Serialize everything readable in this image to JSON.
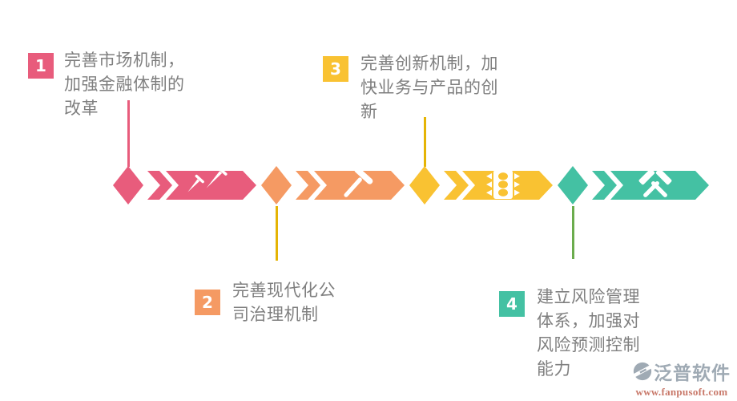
{
  "colors": {
    "pink": "#E85C7C",
    "orange": "#F59A63",
    "yellow": "#F9C232",
    "teal": "#44C1A3",
    "gold": "#E5B405",
    "green": "#6BAC4D",
    "text_gray": "#7F7F7F",
    "white": "#FFFFFF",
    "logo_gray": "#9FAAB4",
    "logo_red": "#C9796A"
  },
  "steps": [
    {
      "number": "1",
      "label": "完善市场机制，\n加强金融体制的\n改革",
      "color": "pink"
    },
    {
      "number": "2",
      "label": "完善现代化公\n司治理机制",
      "color": "orange"
    },
    {
      "number": "3",
      "label": "完善创新机制，加\n快业务与产品的创\n新",
      "color": "yellow"
    },
    {
      "number": "4",
      "label": "建立风险管理\n体系，加强对\n风险预测控制\n能力",
      "color": "teal"
    }
  ],
  "timeline": {
    "segments": [
      {
        "icon": "nails-icon",
        "color": "pink"
      },
      {
        "icon": "hammer-icon",
        "color": "orange"
      },
      {
        "icon": "traffic-light-icon",
        "color": "yellow"
      },
      {
        "icon": "crossed-hammers-icon",
        "color": "teal"
      }
    ]
  },
  "watermark": {
    "brand": "泛普软件",
    "url": "www.fanpusoft.com"
  }
}
